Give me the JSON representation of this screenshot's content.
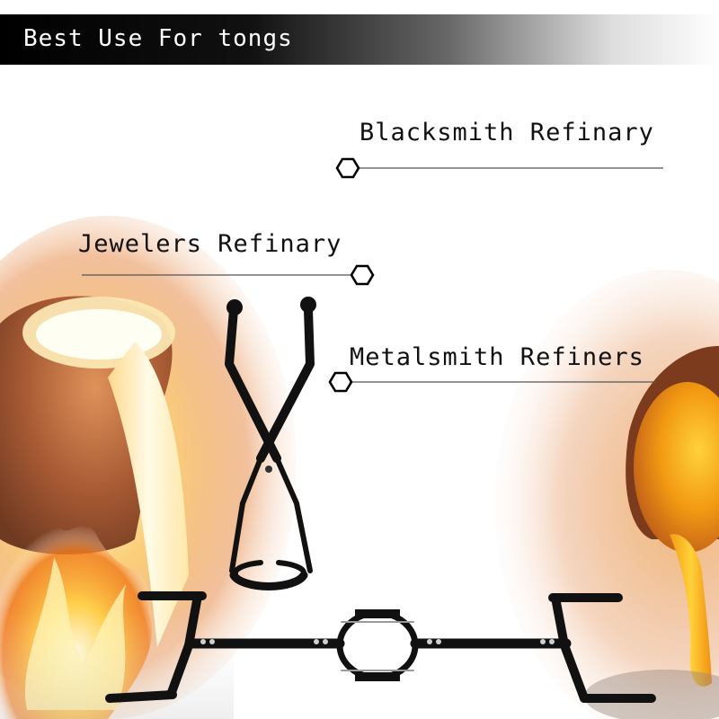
{
  "banner": {
    "title": "Best Use For tongs"
  },
  "uses": [
    {
      "label": "Blacksmith Refinary"
    },
    {
      "label": "Jewelers Refinary"
    },
    {
      "label": "Metalsmith Refiners"
    }
  ],
  "colors": {
    "banner_start": "#000000",
    "banner_text": "#ffffff",
    "tool_metal": "#111111",
    "molten_metal": "#f7a21a",
    "crucible": "#8a4a2a"
  },
  "icons": [
    "hexagon-bullet-icon",
    "tongs-icon",
    "shank-ring-icon",
    "crucible-icon",
    "flame-icon"
  ]
}
